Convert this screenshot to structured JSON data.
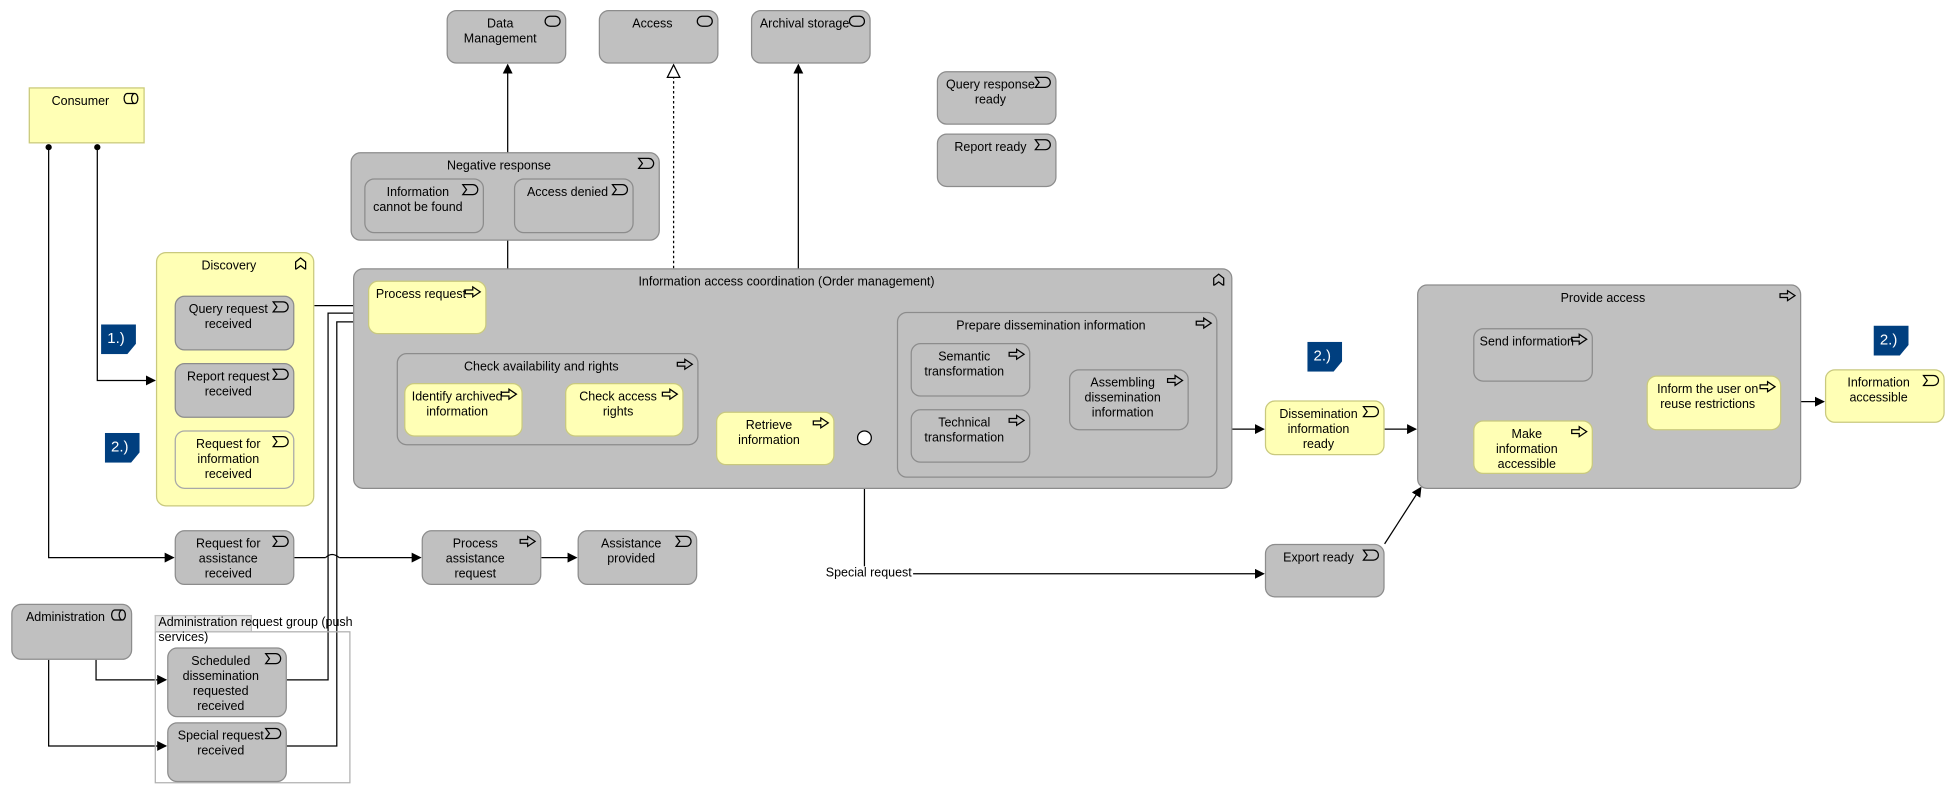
{
  "nodes": {
    "data_management": "Data Management",
    "access": "Access",
    "archival_storage": "Archival storage",
    "query_response_ready": "Query response ready",
    "report_ready": "Report ready",
    "consumer": "Consumer",
    "negative_response": "Negative response",
    "info_not_found": "Information cannot be found",
    "access_denied": "Access denied",
    "discovery": "Discovery",
    "query_request_received": "Query request received",
    "report_request_received": "Report request received",
    "request_for_information_received": "Request for information received",
    "info_access_coordination": "Information access coordination (Order management)",
    "process_request": "Process request",
    "check_availability": "Check availability and rights",
    "identify_archived": "Identify archived information",
    "check_access_rights": "Check access rights",
    "retrieve_information": "Retrieve information",
    "prepare_dissemination": "Prepare dissemination information",
    "semantic_transformation": "Semantic transformation",
    "technical_transformation": "Technical transformation",
    "assembling_dissemination": "Assembling dissemination information",
    "dissemination_ready": "Dissemination information ready",
    "provide_access": "Provide access",
    "send_information": "Send information",
    "make_accessible": "Make information accessible",
    "inform_user": "Inform the user on reuse restrictions",
    "information_accessible": "Information accessible",
    "export_ready": "Export ready",
    "request_for_assistance": "Request for assistance received",
    "process_assistance": "Process assistance request",
    "assistance_provided": "Assistance provided",
    "administration": "Administration",
    "scheduled_dissemination": "Scheduled dissemination requested received",
    "special_request_received": "Special request received"
  },
  "group": {
    "label": "Administration request group (push services)"
  },
  "edge_labels": {
    "special_request": "Special request"
  },
  "badges": [
    "1.)",
    "2.)",
    "2.)",
    "2.)"
  ],
  "colors": {
    "gray": "#c0c0c0",
    "yellow": "#ffffb5",
    "badge": "#003f7f"
  }
}
